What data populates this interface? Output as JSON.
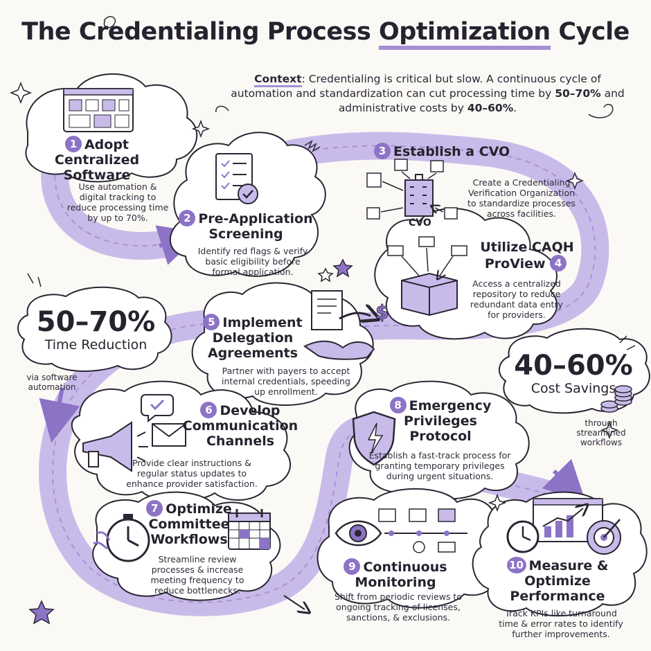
{
  "title": {
    "part1": "The Credentialing Process ",
    "highlight": "Optimization",
    "part2": " Cycle"
  },
  "context": {
    "label": "Context",
    "text_before": ": Credentialing is critical but slow. A continuous cycle of automation and standardization can cut processing time by ",
    "time_cut": "50–70%",
    "text_middle": " and administrative costs by ",
    "cost_cut": "40–60%",
    "text_end": "."
  },
  "steps": [
    {
      "num": "1",
      "title": "Adopt Centralized Software",
      "desc": "Use automation & digital tracking to reduce processing time by up to 70%."
    },
    {
      "num": "2",
      "title": "Pre-Application Screening",
      "desc": "Identify red flags & verify basic eligibility before formal application."
    },
    {
      "num": "3",
      "title": "Establish a CVO",
      "desc": "Create a Credentialing Verification Organization to standardize processes across facilities."
    },
    {
      "num": "4",
      "title": "Utilize CAQH ProView",
      "desc": "Access a centralized repository to reduce redundant data entry for providers."
    },
    {
      "num": "5",
      "title": "Implement Delegation Agreements",
      "desc": "Partner with payers to accept internal credentials, speeding up enrollment."
    },
    {
      "num": "6",
      "title": "Develop Communication Channels",
      "desc": "Provide clear instructions & regular status updates to enhance provider satisfaction."
    },
    {
      "num": "7",
      "title": "Optimize Committee Workflows",
      "desc": "Streamline review processes & increase meeting frequency to reduce bottlenecks."
    },
    {
      "num": "8",
      "title": "Emergency Privileges Protocol",
      "desc": "Establish a fast-track process for granting temporary privileges during urgent situations."
    },
    {
      "num": "9",
      "title": "Continuous Monitoring",
      "desc": "Shift from periodic reviews to ongoing tracking of licenses, sanctions, & exclusions."
    },
    {
      "num": "10",
      "title": "Measure & Optimize Performance",
      "desc": "Track KPIs like turnaround time & error rates to identify further improvements."
    }
  ],
  "cvo_label": "CVO",
  "stats": {
    "time": {
      "value": "50–70%",
      "label": "Time Reduction",
      "note": "via software automation"
    },
    "cost": {
      "value": "40–60%",
      "label": "Cost Savings",
      "note": "through streamlined workflows"
    }
  },
  "colors": {
    "accent": "#8c73c6",
    "ribbon": "#c9bbe9",
    "ribbon_dark": "#a892d8",
    "cloud": "#ffffff",
    "ink": "#2a2633"
  }
}
